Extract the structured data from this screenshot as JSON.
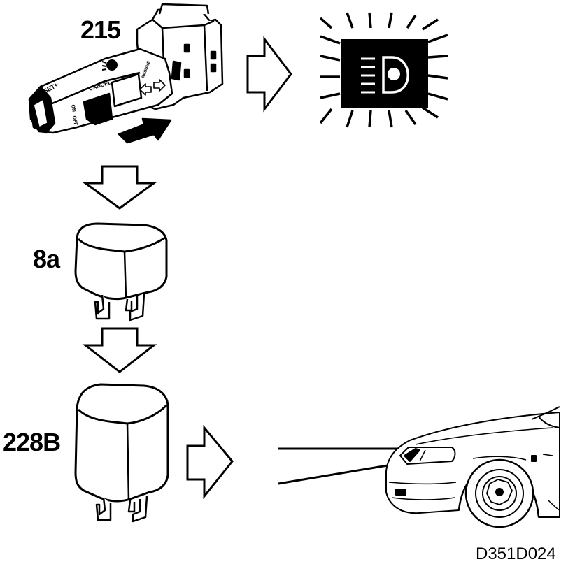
{
  "labels": {
    "switch_number": "215",
    "relay_small_number": "8a",
    "relay_large_number": "228B",
    "figure_code": "D351D024"
  },
  "switch_markings": {
    "set_plus": "SET+",
    "cancel": "CANCEL",
    "on": "ON",
    "off": "OFF",
    "resume": "RESUME"
  },
  "icons": [
    "cruise-control-stalk-switch-icon",
    "lamp-icon",
    "headlight-symbol-icon",
    "relay-icon",
    "car-front-icon",
    "arrow-right-icon",
    "arrow-down-icon"
  ],
  "colors": {
    "ink": "#000000",
    "paper": "#ffffff"
  }
}
